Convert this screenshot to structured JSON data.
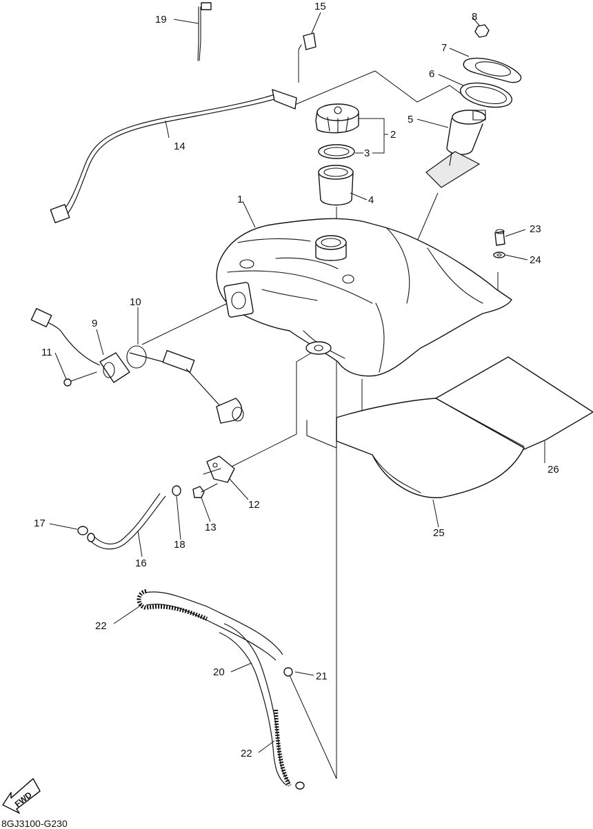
{
  "diagram_code": "8GJ3100-G230",
  "fwd_label": "FWD",
  "callouts": {
    "c1": "1",
    "c2": "2",
    "c3": "3",
    "c4": "4",
    "c5": "5",
    "c6": "6",
    "c7": "7",
    "c8": "8",
    "c9": "9",
    "c10": "10",
    "c11": "11",
    "c12": "12",
    "c13": "13",
    "c14": "14",
    "c15": "15",
    "c16": "16",
    "c17": "17",
    "c18": "18",
    "c19": "19",
    "c20": "20",
    "c21": "21",
    "c22a": "22",
    "c22b": "22",
    "c23": "23",
    "c24": "24",
    "c25": "25",
    "c26": "26"
  }
}
